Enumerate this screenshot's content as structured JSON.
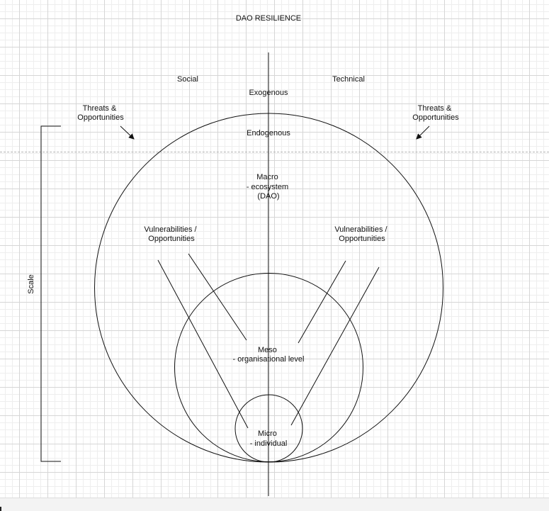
{
  "title": "DAO RESILIENCE",
  "sides": {
    "left": "Social",
    "right": "Technical"
  },
  "layers": {
    "exogenous": "Exogenous",
    "endogenous": "Endogenous"
  },
  "threats": {
    "left": [
      "Threats &",
      "Opportunities"
    ],
    "right": [
      "Threats &",
      "Opportunities"
    ]
  },
  "vulnerabilities": {
    "left": [
      "Vulnerabilities /",
      "Opportunities"
    ],
    "right": [
      "Vulnerabilities /",
      "Opportunities"
    ]
  },
  "levels": {
    "macro": [
      "Macro",
      "- ecosystem",
      "(DAO)"
    ],
    "meso": [
      "Meso",
      "- organisational level"
    ],
    "micro": [
      "Micro",
      "- individual"
    ]
  },
  "scale_label": "Scale",
  "colors": {
    "stroke": "#111111",
    "grid_major": "#d6d6d6",
    "grid_minor": "#eeeeee",
    "background": "#ffffff"
  }
}
